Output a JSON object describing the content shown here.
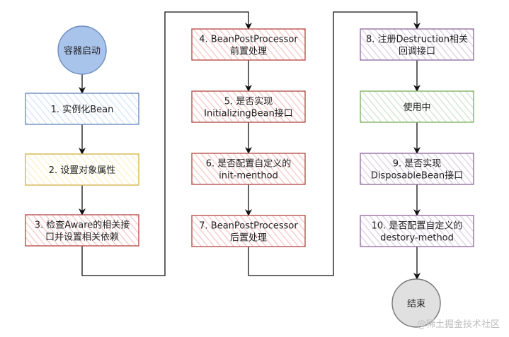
{
  "diagram": {
    "start": {
      "label": "容器启动",
      "fill": "#a9c4eb",
      "stroke": "#6c8ebf"
    },
    "end": {
      "label": "结束",
      "fill": "#e0e0e0",
      "stroke": "#777777"
    },
    "watermark": "@稀土掘金技术社区",
    "column1": [
      {
        "lines": [
          "1. 实例化Bean"
        ],
        "theme": "blue"
      },
      {
        "lines": [
          "2. 设置对象属性"
        ],
        "theme": "yellow"
      },
      {
        "lines": [
          "3. 检查Aware的相关接",
          "口并设置相关依赖"
        ],
        "theme": "red"
      }
    ],
    "column2": [
      {
        "lines": [
          "4. BeanPostProcessor",
          "前置处理"
        ],
        "theme": "red"
      },
      {
        "lines": [
          "5. 是否实现",
          "InitializingBean接口"
        ],
        "theme": "red"
      },
      {
        "lines": [
          "6. 是否配置自定义的",
          "init-menthod"
        ],
        "theme": "red"
      },
      {
        "lines": [
          "7. BeanPostProcessor",
          "后置处理"
        ],
        "theme": "red"
      }
    ],
    "column3": [
      {
        "lines": [
          "8. 注册Destruction相关",
          "回调接口"
        ],
        "theme": "purple"
      },
      {
        "lines": [
          "使用中"
        ],
        "theme": "green"
      },
      {
        "lines": [
          "9. 是否实现",
          "DisposableBean接口"
        ],
        "theme": "purple"
      },
      {
        "lines": [
          "10. 是否配置自定义的",
          "destory-method"
        ],
        "theme": "purple"
      }
    ],
    "themes": {
      "blue": {
        "stroke": "#6c8ebf",
        "hatch": "#dae8fc"
      },
      "yellow": {
        "stroke": "#d6b656",
        "hatch": "#fff2cc"
      },
      "red": {
        "stroke": "#b85450",
        "hatch": "#f8cecc"
      },
      "purple": {
        "stroke": "#9673a6",
        "hatch": "#e1d5e7"
      },
      "green": {
        "stroke": "#82b366",
        "hatch": "#d5e8d4"
      }
    },
    "connector_color": "#111111"
  }
}
